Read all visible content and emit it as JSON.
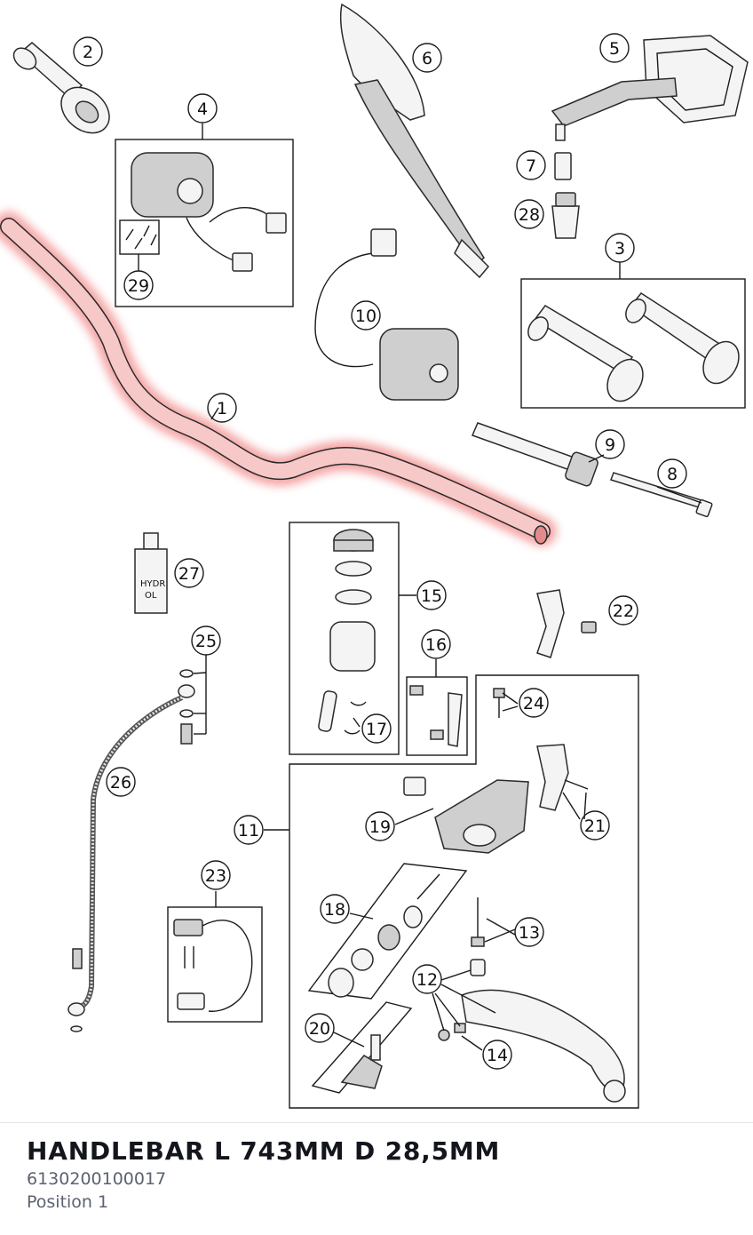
{
  "part": {
    "title": "HANDLEBAR L 743MM D 28,5MM",
    "number": "6130200100017",
    "position": "Position 1"
  },
  "callouts": {
    "c1": "1",
    "c2": "2",
    "c3": "3",
    "c4": "4",
    "c5": "5",
    "c6": "6",
    "c7": "7",
    "c8": "8",
    "c9": "9",
    "c10": "10",
    "c11": "11",
    "c12": "12",
    "c13": "13",
    "c14": "14",
    "c15": "15",
    "c16": "16",
    "c17": "17",
    "c18": "18",
    "c19": "19",
    "c20": "20",
    "c21": "21",
    "c22": "22",
    "c23": "23",
    "c24": "24",
    "c25": "25",
    "c26": "26",
    "c27": "27",
    "c28": "28",
    "c29": "29"
  },
  "labels": {
    "oil_line1": "HYDR",
    "oil_line2": "OL"
  },
  "colors": {
    "highlight": "#f28b8b",
    "ink": "#1a1a1a"
  }
}
